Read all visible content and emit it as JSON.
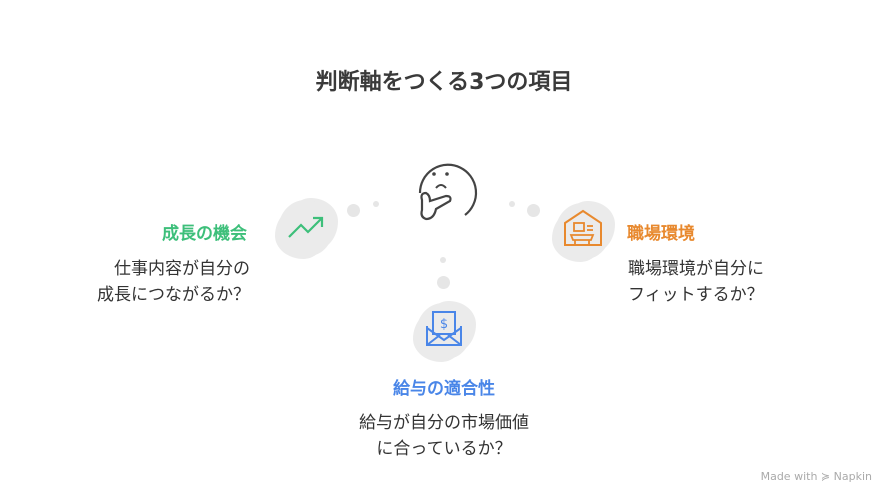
{
  "title": "判断軸をつくる3つの項目",
  "colors": {
    "green": "#3dbf7a",
    "orange": "#e8892e",
    "blue": "#4a86e8"
  },
  "items": [
    {
      "icon": "trending-up-icon",
      "heading": "成長の機会",
      "desc": [
        "仕事内容が自分の",
        "成長につながるか？"
      ]
    },
    {
      "icon": "office-house-icon",
      "heading": "職場環境",
      "desc": [
        "職場環境が自分に",
        "フィットするか？"
      ]
    },
    {
      "icon": "salary-envelope-icon",
      "heading": "給与の適合性",
      "desc": [
        "給与が自分の市場価値",
        "に合っているか？"
      ]
    }
  ],
  "footer": {
    "made_with": "Made with",
    "brand": "Napkin"
  }
}
